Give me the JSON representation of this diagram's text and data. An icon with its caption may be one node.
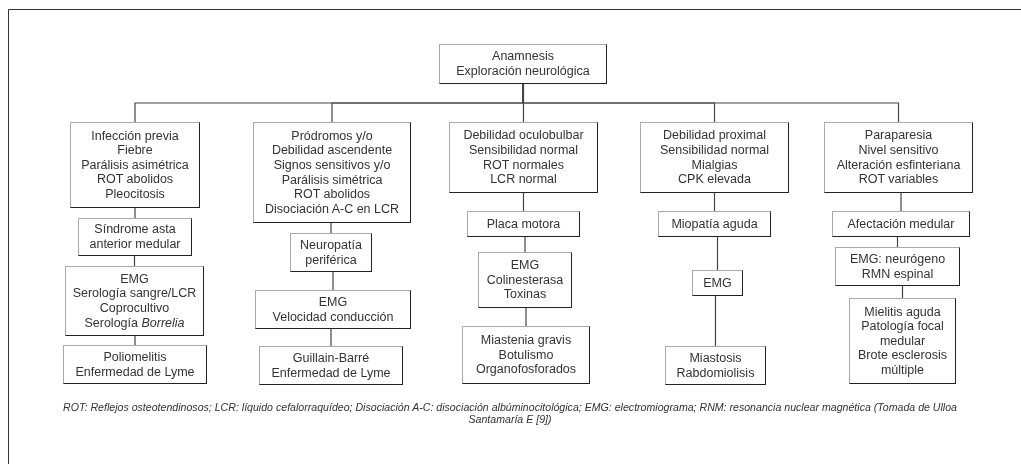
{
  "diagram": {
    "caption": "*ROT: Reflejos osteotendinosos; LCR: líquido cefalorraquídeo; Disociación A-C: disociación albúminocitológica; EMG: electromiograma; RNM: resonancia nuclear magnética (Tomada de Ulloa Santamaría E [9])*",
    "nodes": [
      {
        "text": [
          "Anamnesis",
          "Exploración neurológica"
        ]
      },
      {
        "text": [
          "Infección previa",
          "Fiebre",
          "Parálisis asimétrica",
          "ROT abolidos",
          "Pleocitosis"
        ]
      },
      {
        "text": [
          "Síndrome asta anterior medular"
        ]
      },
      {
        "text": [
          "EMG",
          "Serología sangre/LCR",
          "Coprocultivo",
          "Serología *Borrelia*"
        ]
      },
      {
        "text": [
          "Poliomelitis",
          "Enfermedad de Lyme"
        ]
      },
      {
        "text": [
          "Pródromos y/o",
          "Debilidad ascendente",
          "Signos sensitivos y/o",
          "Parálisis simétrica",
          "ROT abolidos",
          "Disociación A-C en LCR"
        ]
      },
      {
        "text": [
          "Neuropatía periférica"
        ]
      },
      {
        "text": [
          "EMG",
          "Velocidad conducción"
        ]
      },
      {
        "text": [
          "Guillain-Barré",
          "Enfermedad de Lyme"
        ]
      },
      {
        "text": [
          "Debilidad oculobulbar",
          "Sensibilidad normal",
          "ROT normales",
          "LCR normal"
        ]
      },
      {
        "text": [
          "Placa motora"
        ]
      },
      {
        "text": [
          "EMG",
          "Colinesterasa",
          "Toxinas"
        ]
      },
      {
        "text": [
          "Miastenia gravis",
          "Botulismo",
          "Organofosforados"
        ]
      },
      {
        "text": [
          "Debilidad proximal",
          "Sensibilidad normal",
          "Mialgias",
          "CPK elevada"
        ]
      },
      {
        "text": [
          "Miopatía aguda"
        ]
      },
      {
        "text": [
          "EMG"
        ]
      },
      {
        "text": [
          "Miastosis",
          "Rabdomiolisis"
        ]
      },
      {
        "text": [
          "Paraparesia",
          "Nivel sensitivo",
          "Alteración esfinteriana",
          "ROT variables"
        ]
      },
      {
        "text": [
          "Afectación medular"
        ]
      },
      {
        "text": [
          "EMG: neurógeno",
          "RMN espinal"
        ]
      },
      {
        "text": [
          "Mielitis aguda",
          "Patología focal medular",
          "Brote esclerosis múltiple"
        ]
      }
    ],
    "edges": [
      {
        "from": 0,
        "to": 1,
        "arrow": "none"
      },
      {
        "from": 0,
        "to": 5,
        "arrow": "none"
      },
      {
        "from": 0,
        "to": 9,
        "arrow": "none"
      },
      {
        "from": 0,
        "to": 13,
        "arrow": "none"
      },
      {
        "from": 0,
        "to": 17,
        "arrow": "none"
      },
      {
        "from": 1,
        "to": 2,
        "arrow": "none"
      },
      {
        "from": 2,
        "to": 3,
        "arrow": "none"
      },
      {
        "from": 3,
        "to": 4,
        "arrow": "none"
      },
      {
        "from": 5,
        "to": 6,
        "arrow": "none"
      },
      {
        "from": 6,
        "to": 7,
        "arrow": "none"
      },
      {
        "from": 7,
        "to": 8,
        "arrow": "none"
      },
      {
        "from": 9,
        "to": 10,
        "arrow": "none"
      },
      {
        "from": 10,
        "to": 11,
        "arrow": "none"
      },
      {
        "from": 11,
        "to": 12,
        "arrow": "none"
      },
      {
        "from": 13,
        "to": 14,
        "arrow": "none"
      },
      {
        "from": 14,
        "to": 15,
        "arrow": "none"
      },
      {
        "from": 15,
        "to": 16,
        "arrow": "none"
      },
      {
        "from": 17,
        "to": 18,
        "arrow": "none"
      },
      {
        "from": 18,
        "to": 19,
        "arrow": "none"
      },
      {
        "from": 19,
        "to": 20,
        "arrow": "none"
      }
    ]
  }
}
